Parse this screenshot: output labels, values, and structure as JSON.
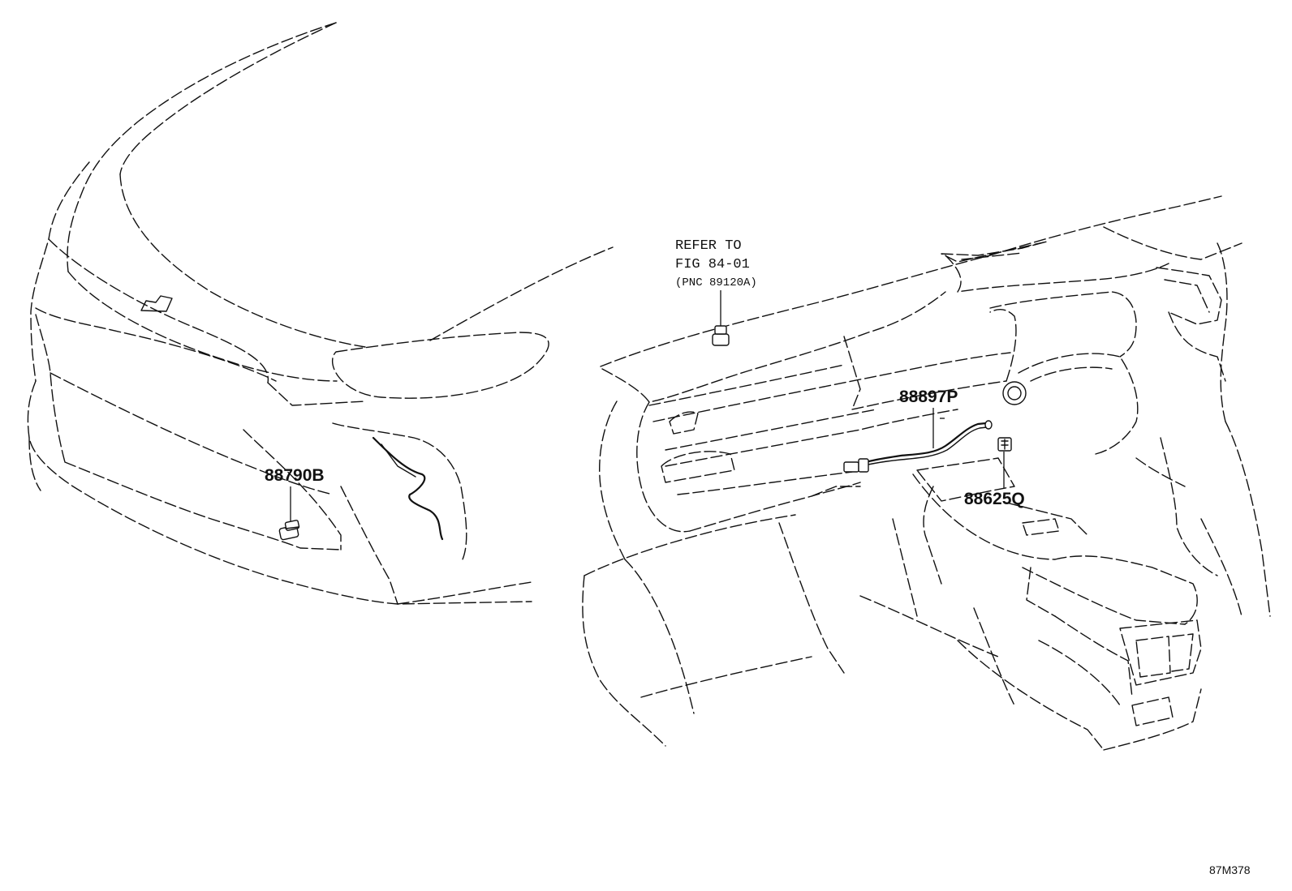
{
  "callouts": {
    "front_sensor": "88790B",
    "wire_harness": "88897P",
    "interior_sensor": "88625Q"
  },
  "reference_note": {
    "line1": "REFER TO",
    "line2": "FIG 84-01",
    "line3": "(PNC 89120A)"
  },
  "figure_id": "87M378"
}
